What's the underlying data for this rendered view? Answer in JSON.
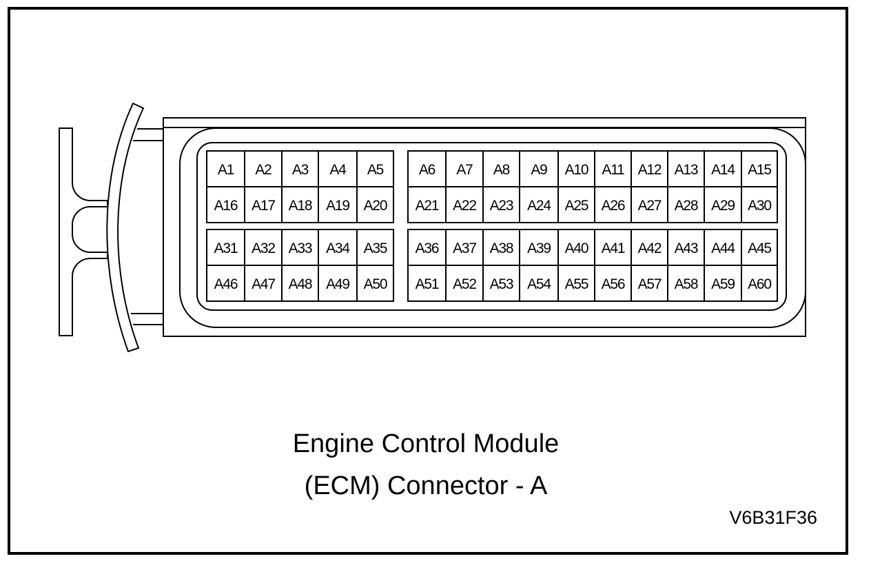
{
  "diagram": {
    "caption_line_1": "Engine Control Module",
    "caption_line_2": "(ECM) Connector - A",
    "figure_id": "V6B31F36",
    "line_color": "#000000",
    "background_color": "#ffffff"
  },
  "connector": {
    "blocks": [
      {
        "name": "upper-left",
        "rows": [
          [
            "A1",
            "A2",
            "A3",
            "A4",
            "A5"
          ],
          [
            "A16",
            "A17",
            "A18",
            "A19",
            "A20"
          ]
        ]
      },
      {
        "name": "upper-right",
        "rows": [
          [
            "A6",
            "A7",
            "A8",
            "A9",
            "A10",
            "A11",
            "A12",
            "A13",
            "A14",
            "A15"
          ],
          [
            "A21",
            "A22",
            "A23",
            "A24",
            "A25",
            "A26",
            "A27",
            "A28",
            "A29",
            "A30"
          ]
        ]
      },
      {
        "name": "lower-left",
        "rows": [
          [
            "A31",
            "A32",
            "A33",
            "A34",
            "A35"
          ],
          [
            "A46",
            "A47",
            "A48",
            "A49",
            "A50"
          ]
        ]
      },
      {
        "name": "lower-right",
        "rows": [
          [
            "A36",
            "A37",
            "A38",
            "A39",
            "A40",
            "A41",
            "A42",
            "A43",
            "A44",
            "A45"
          ],
          [
            "A51",
            "A52",
            "A53",
            "A54",
            "A55",
            "A56",
            "A57",
            "A58",
            "A59",
            "A60"
          ]
        ]
      }
    ]
  }
}
